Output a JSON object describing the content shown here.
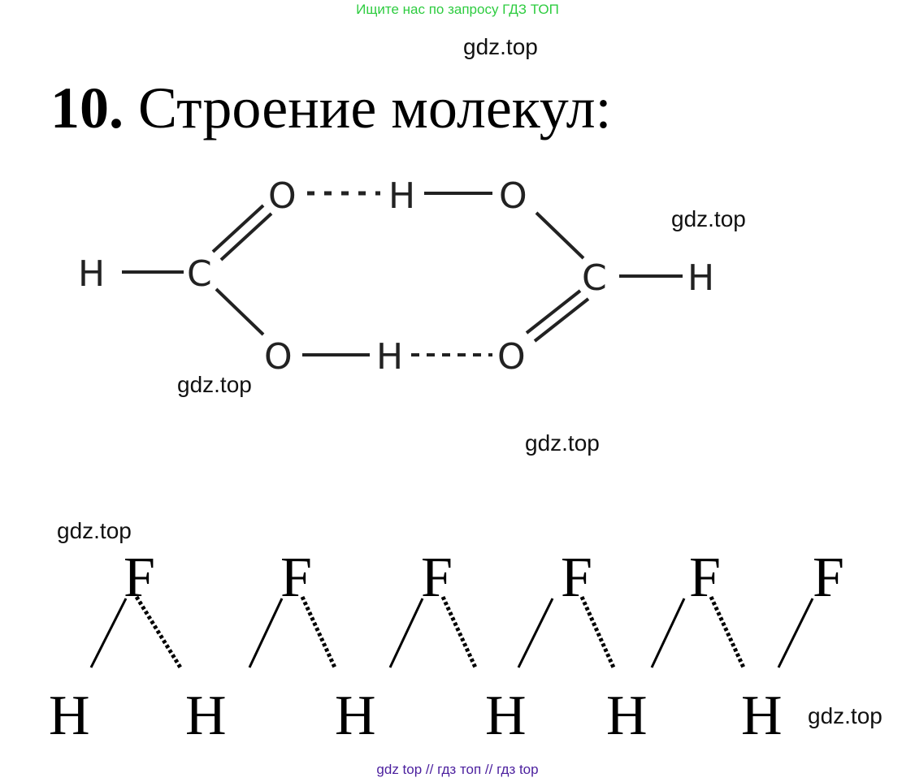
{
  "banner": "Ищите нас по запросу ГДЗ ТОП",
  "title": {
    "number": "10.",
    "text": "Строение молекул:"
  },
  "watermarks": [
    "gdz.top",
    "gdz.top",
    "gdz.top",
    "gdz.top",
    "gdz.top",
    "gdz.top"
  ],
  "formic_dimer": {
    "atoms": [
      "O",
      "H",
      "O",
      "H",
      "C",
      "C",
      "H",
      "O",
      "H",
      "O"
    ]
  },
  "hf_chain": {
    "f": [
      "F",
      "F",
      "F",
      "F",
      "F",
      "F"
    ],
    "h": [
      "H",
      "H",
      "H",
      "H",
      "H",
      "H"
    ]
  },
  "footer": "gdz top  //  гдз топ  //  гдз top"
}
